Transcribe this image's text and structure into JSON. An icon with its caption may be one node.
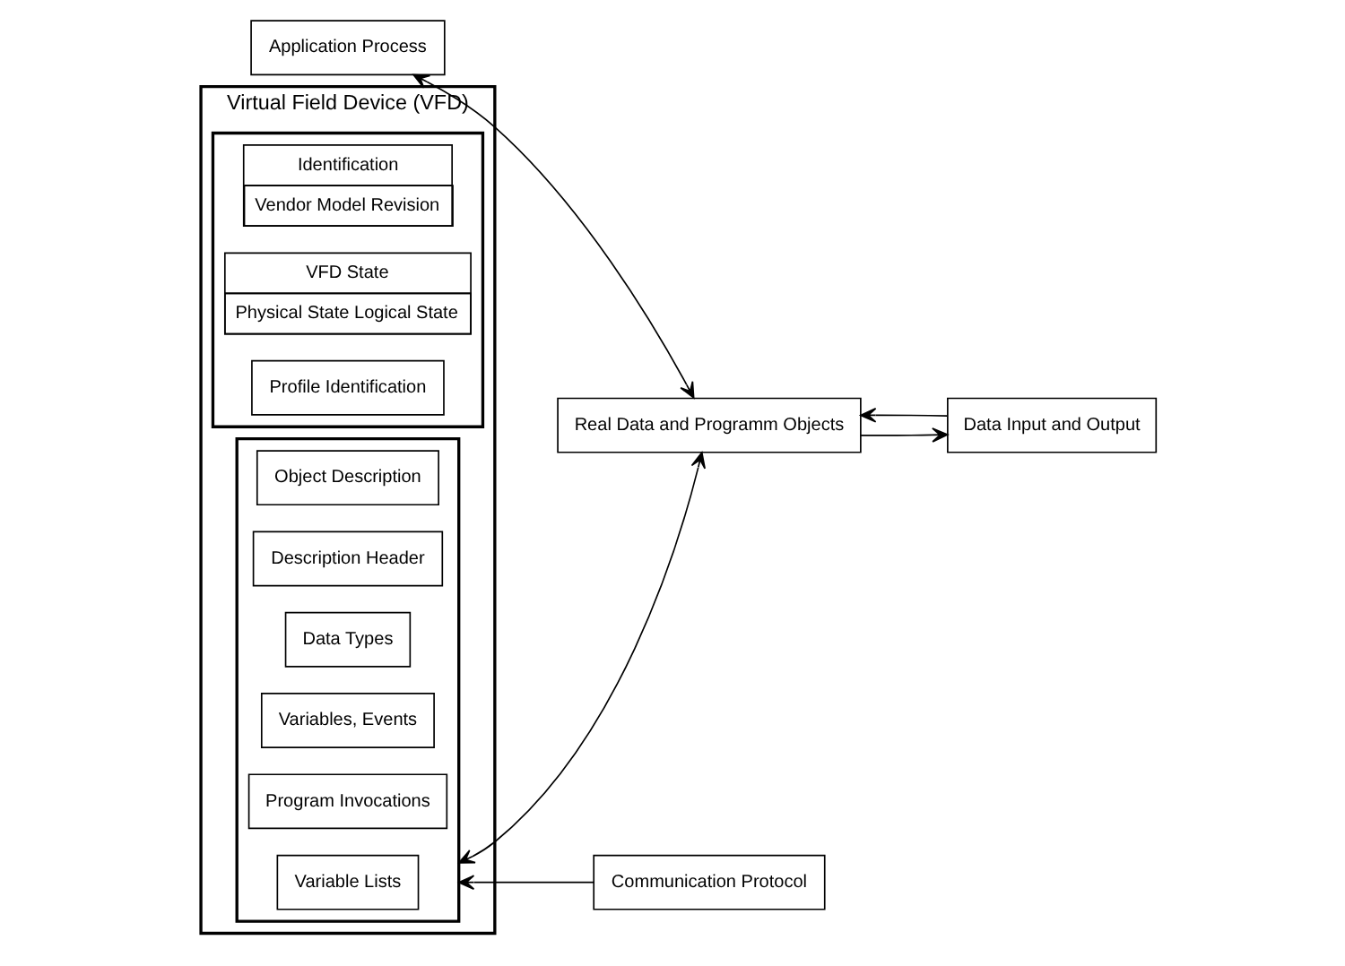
{
  "diagram": {
    "nodes": [
      {
        "text": [
          "Application Process"
        ]
      },
      {
        "text": [
          "Real Data and Programm Objects"
        ]
      },
      {
        "text": [
          "Virtual Field Device (VFD)"
        ]
      },
      {
        "text": [],
        "shape": "box",
        "in": 2
      },
      {
        "text": [
          "Identification",
          "Vendor Model Revision"
        ],
        "in": 3
      },
      {
        "text": [
          "VFD State",
          "Physical State Logical State"
        ],
        "in": 3
      },
      {
        "text": [
          "Profile Identification"
        ],
        "in": 3
      },
      {
        "text": [],
        "shape": "box",
        "in": 2
      },
      {
        "text": [
          "Object Description"
        ],
        "in": 7
      },
      {
        "text": [
          "Description Header"
        ],
        "in": 7
      },
      {
        "text": [
          "Data Types"
        ],
        "in": 7
      },
      {
        "text": [
          "Variables, Events"
        ],
        "in": 7
      },
      {
        "text": [
          "Program Invocations"
        ],
        "in": 7
      },
      {
        "text": [
          "Variable Lists"
        ],
        "in": 7
      },
      {
        "text": [
          "Data Input and Output"
        ]
      },
      {
        "text": [
          "Communication Protocol"
        ]
      }
    ],
    "edges": [
      {
        "from": 0,
        "to": 1,
        "arrow": "both"
      },
      {
        "from": 7,
        "to": 1,
        "arrow": "both"
      },
      {
        "from": 1,
        "to": 14,
        "arrow": "to"
      },
      {
        "from": 14,
        "to": 1,
        "arrow": "to"
      },
      {
        "from": 15,
        "to": 7,
        "arrow": "to"
      }
    ]
  }
}
